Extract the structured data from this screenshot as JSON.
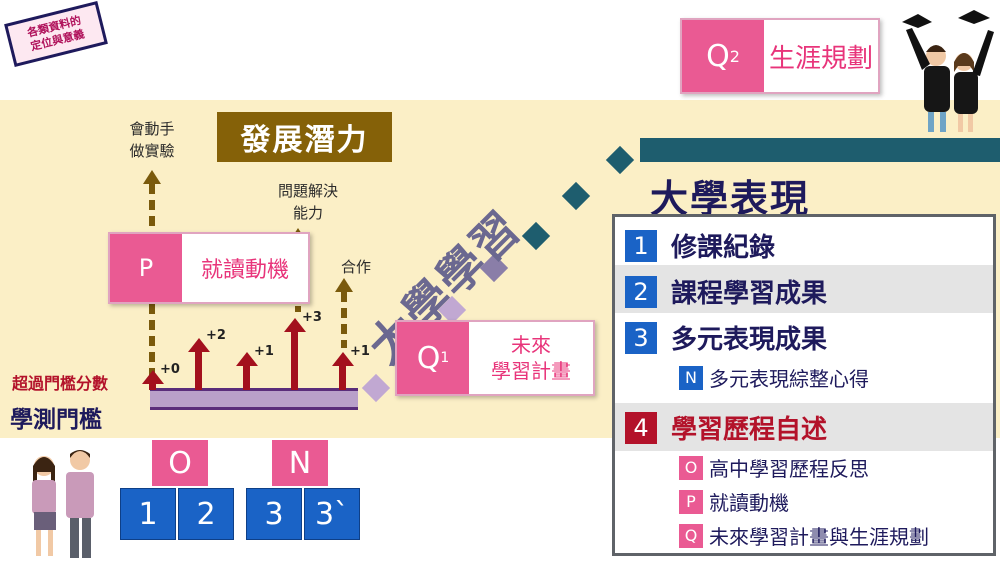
{
  "corner_tag": {
    "line1": "各類資料的",
    "line2": "定位與意義"
  },
  "q2": {
    "key": "Q",
    "sub": "2",
    "text": "生涯規劃"
  },
  "development": {
    "label": "發展潛力"
  },
  "arrow_labels": {
    "hands_on_1": "會動手",
    "hands_on_2": "做實驗",
    "problem_1": "問題解決",
    "problem_2": "能力",
    "cooperate": "合作"
  },
  "p_box": {
    "key": "P",
    "text": "就讀動機"
  },
  "q1": {
    "key": "Q",
    "sub": "1",
    "text1": "未來",
    "text2": "學習計畫"
  },
  "scores": [
    "+0",
    "+2",
    "+1",
    "+3",
    "+1"
  ],
  "threshold": {
    "above": "超過門檻分數",
    "exam": "學測門檻"
  },
  "codes": {
    "o": "O",
    "n": "N",
    "b1": "1",
    "b2": "2",
    "b3": "3",
    "b4": "3`"
  },
  "diagonal": {
    "label": "大學學習"
  },
  "university": {
    "title": "大學表現"
  },
  "panel": {
    "items": [
      {
        "num": "1",
        "text": "修課紀錄"
      },
      {
        "num": "2",
        "text": "課程學習成果"
      },
      {
        "num": "3",
        "text": "多元表現成果"
      },
      {
        "num": "4",
        "text": "學習歷程自述"
      }
    ],
    "sub_n": {
      "key": "N",
      "text": "多元表現綜整心得"
    },
    "sub_o": {
      "key": "O",
      "text": "高中學習歷程反思"
    },
    "sub_p": {
      "key": "P",
      "text": "就讀動機"
    },
    "sub_q": {
      "key": "Q",
      "text": "未來學習計畫與生涯規劃"
    }
  },
  "colors": {
    "pink": "#ea5a93",
    "blue": "#1a63c6",
    "red": "#b3122a",
    "navy": "#1e1a5c",
    "band": "#fbefc6",
    "teal": "#1e5d6e",
    "gold": "#856108"
  }
}
